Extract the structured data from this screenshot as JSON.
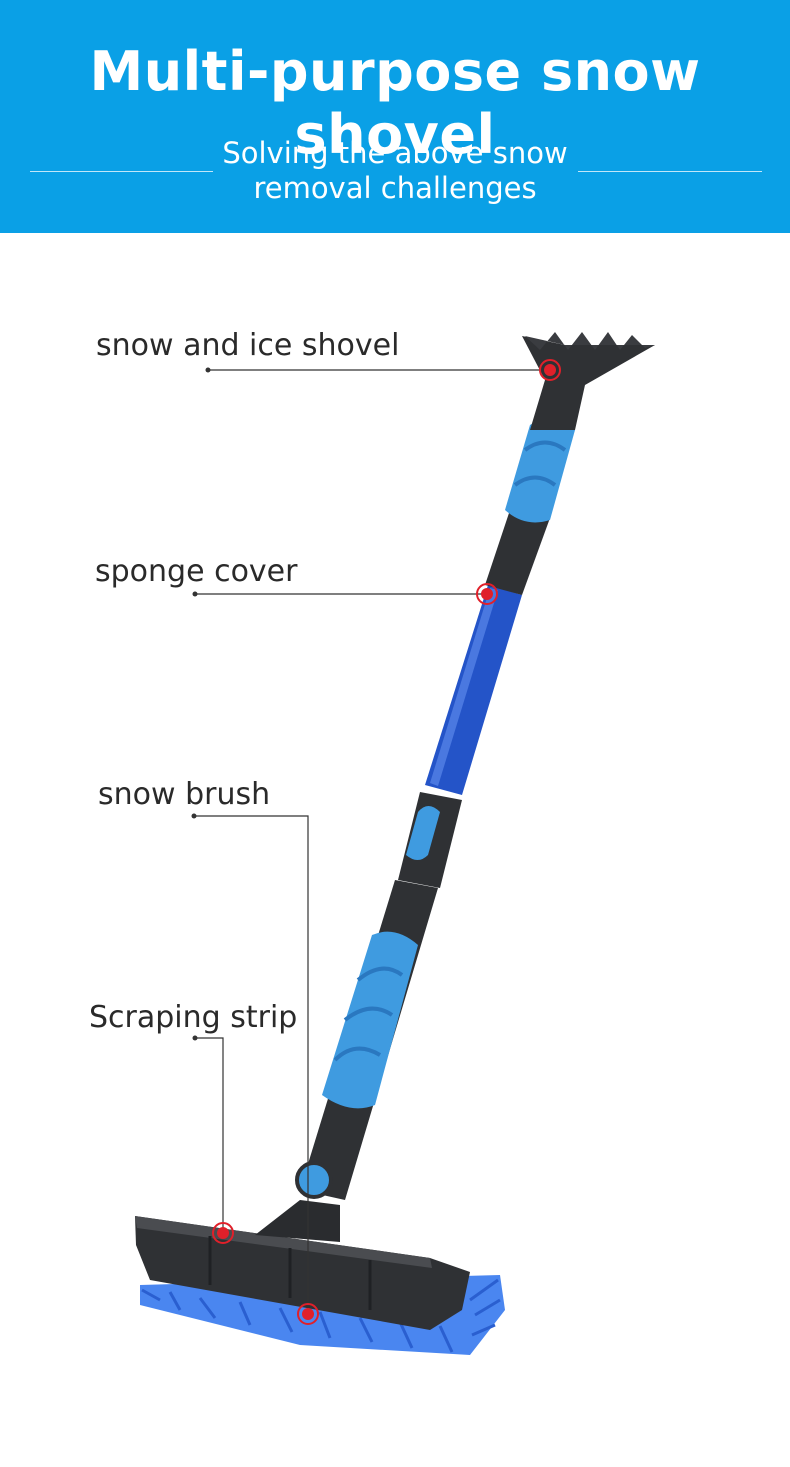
{
  "header": {
    "title": "Multi-purpose snow shovel",
    "subtitle": "Solving the above snow removal challenges",
    "background_color": "#0aa0e6"
  },
  "callouts": [
    {
      "label": "snow and ice shovel",
      "marker_color": "#e0202a"
    },
    {
      "label": "sponge cover",
      "marker_color": "#e0202a"
    },
    {
      "label": "snow brush",
      "marker_color": "#e0202a"
    },
    {
      "label": "Scraping strip",
      "marker_color": "#e0202a"
    }
  ],
  "product": {
    "body_color": "#2f3134",
    "grip_color": "#3f9be0",
    "pole_color": "#2454c8",
    "bristle_color": "#4a86f0"
  }
}
